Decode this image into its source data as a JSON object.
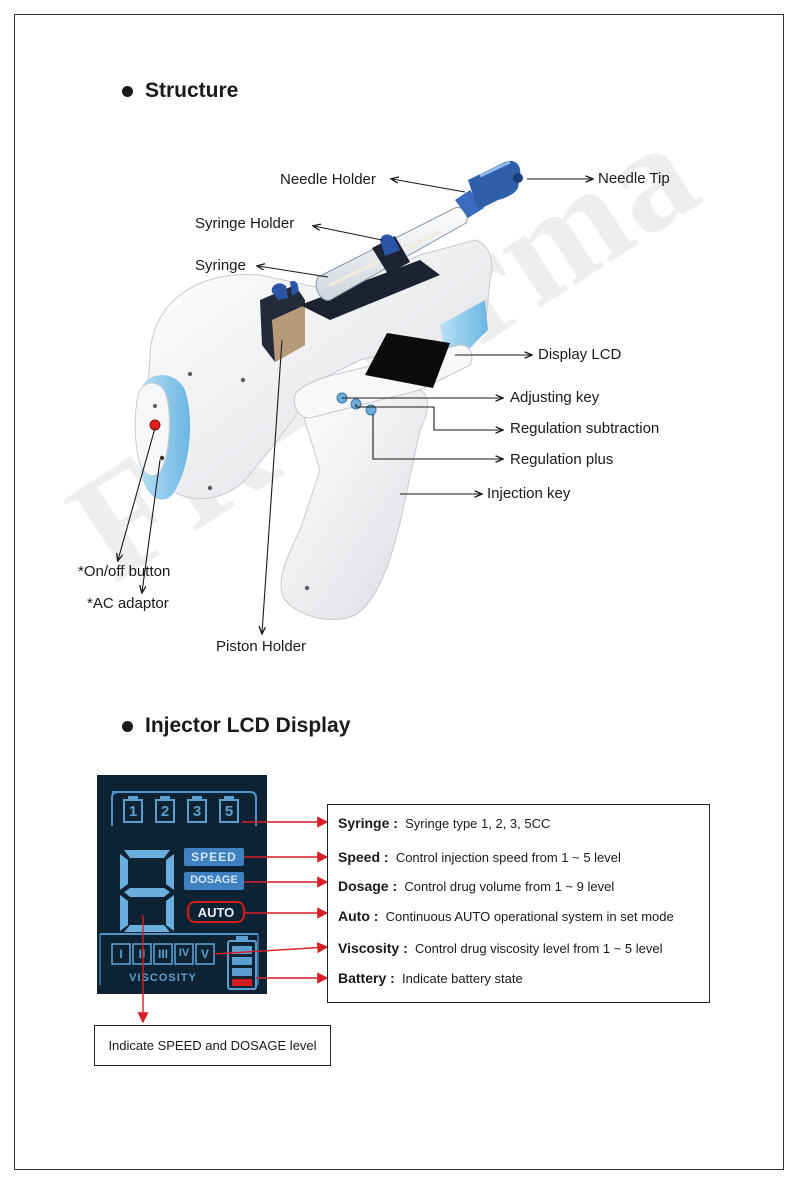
{
  "sections": {
    "structure_title": "Structure",
    "lcd_title": "Injector LCD Display"
  },
  "watermark": "FR-Derma",
  "structure_labels": {
    "needle_holder": "Needle Holder",
    "needle_tip": "Needle Tip",
    "syringe_holder": "Syringe Holder",
    "syringe": "Syringe",
    "display_lcd": "Display LCD",
    "adjusting_key": "Adjusting key",
    "regulation_subtraction": "Regulation subtraction",
    "regulation_plus": "Regulation plus",
    "injection_key": "Injection key",
    "on_off_button": "*On/off button",
    "ac_adaptor": "*AC adaptor",
    "piston_holder": "Piston Holder"
  },
  "lcd_screen": {
    "syringe_types": [
      "1",
      "2",
      "3",
      "5"
    ],
    "digit": "8",
    "speed": "SPEED",
    "dosage": "DOSAGE",
    "auto": "AUTO",
    "viscosity": "VISCOSITY",
    "viscosity_bars": [
      "I",
      "II",
      "III",
      "IV",
      "V"
    ]
  },
  "lcd_legend": [
    {
      "key": "Syringe :",
      "desc": "Syringe type 1,  2, 3,  5CC"
    },
    {
      "key": "Speed :",
      "desc": "Control injection speed from 1 ~ 5 level"
    },
    {
      "key": "Dosage :",
      "desc": "Control drug volume from 1 ~ 9 level"
    },
    {
      "key": "Auto :",
      "desc": "Continuous AUTO operational system in set mode"
    },
    {
      "key": "Viscosity :",
      "desc": "Control drug viscosity level from 1 ~ 5 level"
    },
    {
      "key": "Battery :",
      "desc": "Indicate battery state"
    }
  ],
  "note": "Indicate SPEED and DOSAGE level",
  "colors": {
    "device_body": "#f4f4f6",
    "device_blue": "#8ec8ea",
    "needle_blue": "#2f5fa8",
    "lcd_bg": "#0d2334",
    "lcd_segment": "#5a9fd0",
    "auto_red": "#d11d1d",
    "arrow_red": "#d61f26"
  }
}
